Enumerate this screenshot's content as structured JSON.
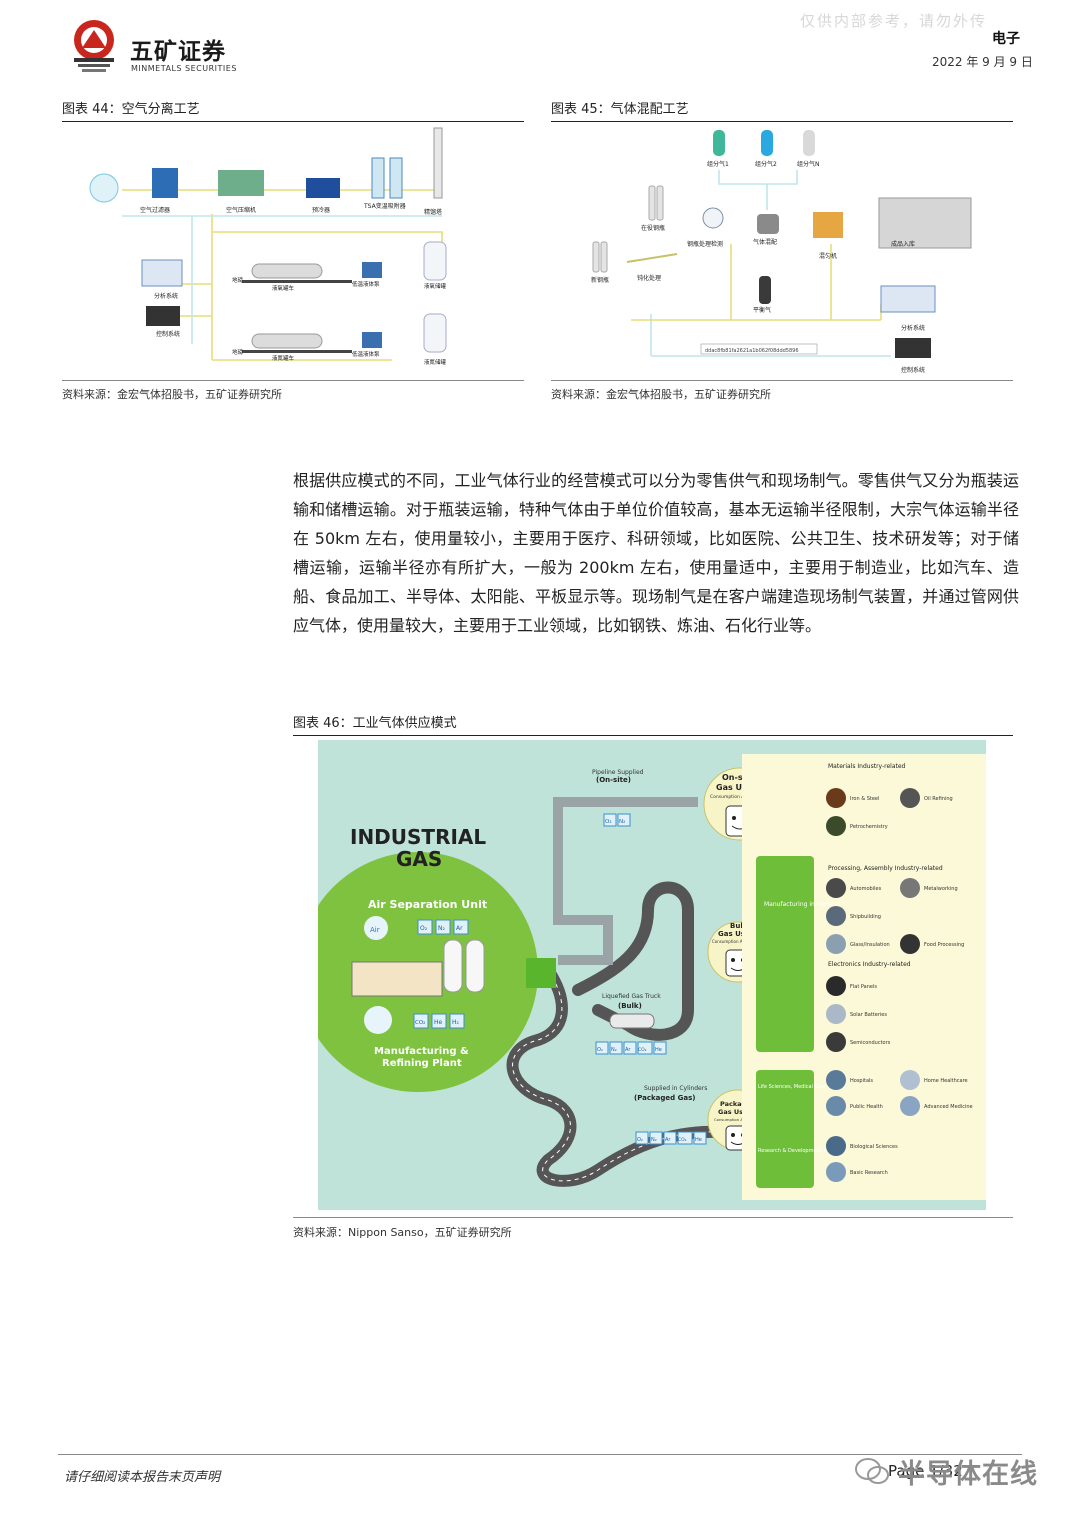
{
  "header": {
    "company_cn": "五矿证券",
    "company_en": "MINMETALS SECURITIES",
    "watermark": "仅供内部参考，请勿外传",
    "sector": "电子",
    "date": "2022 年 9 月 9 日"
  },
  "figure44": {
    "title": "图表 44：空气分离工艺",
    "source": "资料来源：金宏气体招股书，五矿证券研究所",
    "labels": {
      "filter": "空气过滤器",
      "compressor": "空气压缩机",
      "precooler": "预冷器",
      "tsa": "TSA变温吸附器",
      "distill": "精馏塔",
      "analysis": "分析系统",
      "control": "控制系统",
      "truck1": "液氧罐车",
      "pump1": "低温液体泵",
      "tank1": "液氧储罐",
      "truck2": "液氮罐车",
      "pump2": "低温液体泵",
      "tank2": "液氮储罐",
      "ground1": "地磅",
      "ground2": "地磅"
    }
  },
  "figure45": {
    "title": "图表 45：气体混配工艺",
    "source": "资料来源：金宏气体招股书，五矿证券研究所",
    "labels": {
      "gas1": "组分气1",
      "gas2": "组分气2",
      "gasN": "组分气N",
      "online": "在役钢瓶",
      "newcyl": "新钢瓶",
      "passiv": "钝化处理",
      "inspect": "钢瓶处理检测",
      "mixing": "气体混配",
      "shaker": "混匀机",
      "warehouse": "成品入库",
      "balance": "平衡气",
      "analysis": "分析系统",
      "control": "控制系统",
      "hash": "ddac8fb81fa2621a1b062f08ddd5896"
    }
  },
  "body": {
    "paragraph": "根据供应模式的不同，工业气体行业的经营模式可以分为零售供气和现场制气。零售供气又分为瓶装运输和储槽运输。对于瓶装运输，特种气体由于单位价值较高，基本无运输半径限制，大宗气体运输半径在 50km 左右，使用量较小，主要用于医疗、科研领域，比如医院、公共卫生、技术研发等；对于储槽运输，运输半径亦有所扩大，一般为 200km 左右，使用量适中，主要用于制造业，比如汽车、造船、食品加工、半导体、太阳能、平板显示等。现场制气是在客户端建造现场制气装置，并通过管网供应气体，使用量较大，主要用于工业领域，比如钢铁、炼油、石化行业等。"
  },
  "figure46": {
    "title": "图表 46：工业气体供应模式",
    "source": "资料来源：Nippon Sanso，五矿证券研究所",
    "graphic": {
      "headline1": "INDUSTRIAL",
      "headline2": "GAS",
      "asu": "Air Separation Unit",
      "air": "Air",
      "asu_gases": [
        "O₂",
        "N₂",
        "Ar"
      ],
      "plant_gases": [
        "CO₂",
        "He",
        "H₂"
      ],
      "plant_label1": "Manufacturing &",
      "plant_label2": "Refining Plant",
      "pipeline": "Pipeline Supplied",
      "onsite_tag": "(On-site)",
      "onsite_gases": [
        "O₂",
        "N₂"
      ],
      "onsite_users": "On-site",
      "onsite_users2": "Gas Users",
      "onsite_amount": "Consumption Amount: Large",
      "truck": "Liquefied Gas Truck",
      "bulk_tag": "(Bulk)",
      "bulk_gases": [
        "O₂",
        "N₂",
        "Ar",
        "CO₂",
        "He"
      ],
      "bulk_users": "Bulk",
      "bulk_users2": "Gas Users",
      "bulk_amount": "Consumption Amount: Medium",
      "cyl": "Supplied in Cylinders",
      "packaged_tag": "(Packaged Gas)",
      "packaged_gases": [
        "O₂",
        "N₂",
        "Ar",
        "CO₂",
        "He"
      ],
      "packaged_users": "Packaged",
      "packaged_users2": "Gas Users",
      "packaged_amount": "Consumption Amount: Small",
      "col_mfg": "Manufacturing in General",
      "col_life": "Life Sciences, Medical Care-related",
      "col_rd": "Research & Development-related",
      "sec_materials": "Materials Industry-related",
      "sec_processing": "Processing, Assembly Industry-related",
      "sec_electronics": "Electronics Industry-related",
      "items": {
        "iron": "Iron & Steel",
        "oil": "Oil Refining",
        "petro": "Petrochemistry",
        "auto": "Automobiles",
        "metal": "Metalworking",
        "ship": "Shipbuilding",
        "glass": "Glass/Insulation",
        "food": "Food Processing",
        "flat": "Flat Panels",
        "solar": "Solar Batteries",
        "semi": "Semiconductors",
        "hosp": "Hospitals",
        "homehc": "Home Healthcare",
        "public": "Public Health",
        "adv": "Advanced Medicine",
        "bio": "Biological Sciences",
        "basic": "Basic Research"
      }
    }
  },
  "footer": {
    "note": "请仔细阅读本报告末页声明",
    "page": "Page 1/32",
    "wechat": "半导体在线"
  }
}
